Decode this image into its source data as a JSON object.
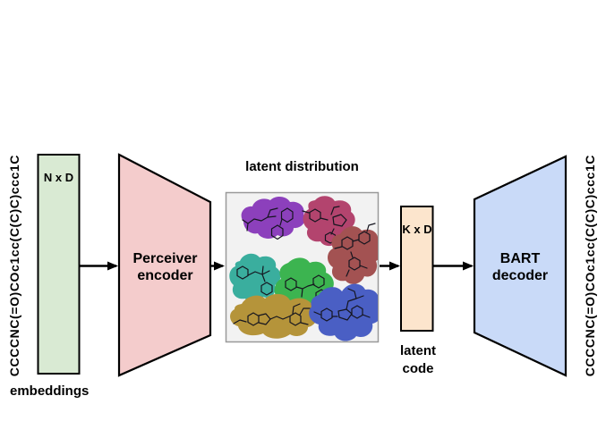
{
  "diagram": {
    "arrow_color": "#000000",
    "input": {
      "smiles": "CCCCNC(=O)COc1cc(C(C)C)ccc1C",
      "matrix_label": "N x D",
      "caption": "embeddings",
      "fill": "#d9ead3"
    },
    "encoder": {
      "label_line1": "Perceiver",
      "label_line2": "encoder",
      "fill": "#f4cccc"
    },
    "latent_distribution": {
      "title": "latent distribution",
      "box_fill": "#f2f2f2",
      "box_border": "#999999",
      "molecule_color": "#15151f",
      "blobs": [
        {
          "name": "purple-cluster",
          "color": "#8c40bc"
        },
        {
          "name": "magenta-cluster",
          "color": "#b3446e"
        },
        {
          "name": "maroon-cluster",
          "color": "#a35252"
        },
        {
          "name": "teal-cluster",
          "color": "#3aae9e"
        },
        {
          "name": "green-cluster",
          "color": "#3cb450"
        },
        {
          "name": "gold-cluster",
          "color": "#b5943a"
        },
        {
          "name": "blue-cluster",
          "color": "#4a5fc4"
        }
      ]
    },
    "latent_code": {
      "matrix_label": "K x D",
      "caption_line1": "latent",
      "caption_line2": "code",
      "fill": "#fce5cd"
    },
    "decoder": {
      "label_line1": "BART",
      "label_line2": "decoder",
      "fill": "#c9daf8"
    },
    "output": {
      "smiles": "CCCCNC(=O)COc1cc(C(C)C)ccc1C"
    }
  }
}
